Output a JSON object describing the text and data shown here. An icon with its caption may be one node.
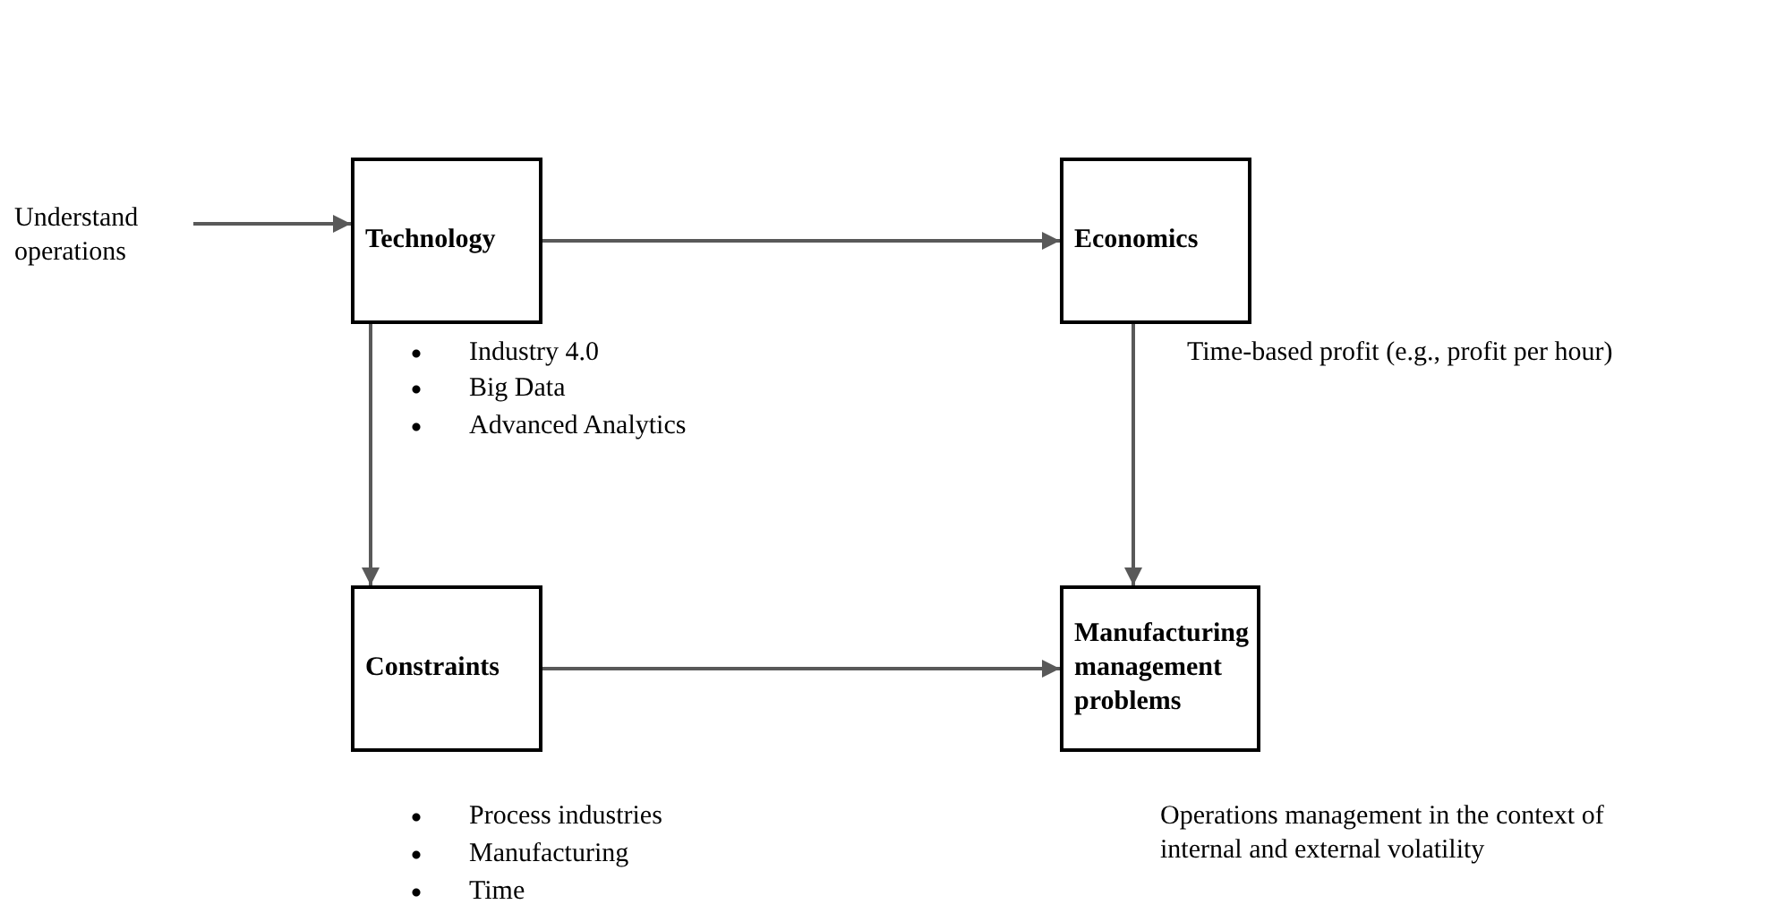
{
  "diagram": {
    "nodes": [
      {
        "text": [
          "Understand operations"
        ]
      },
      {
        "text": [
          "Technology"
        ]
      },
      {
        "text": [
          "Economics"
        ]
      },
      {
        "text": [
          "Constraints"
        ]
      },
      {
        "text": [
          "Manufacturing management problems"
        ]
      }
    ],
    "edges": [
      {
        "from": 0,
        "to": 1,
        "arrow": "to"
      },
      {
        "from": 1,
        "to": 2,
        "arrow": "to"
      },
      {
        "from": 1,
        "to": 3,
        "arrow": "to"
      },
      {
        "from": 2,
        "to": 4,
        "arrow": "to"
      },
      {
        "from": 3,
        "to": 4,
        "arrow": "to"
      }
    ],
    "labels": [
      "Industry 4.0",
      "Big Data",
      "Advanced Analytics",
      "Time-based profit (e.g., profit per hour)",
      "Process industries",
      "Manufacturing",
      "Time",
      "Operations management in the context of internal and external volatility"
    ]
  }
}
